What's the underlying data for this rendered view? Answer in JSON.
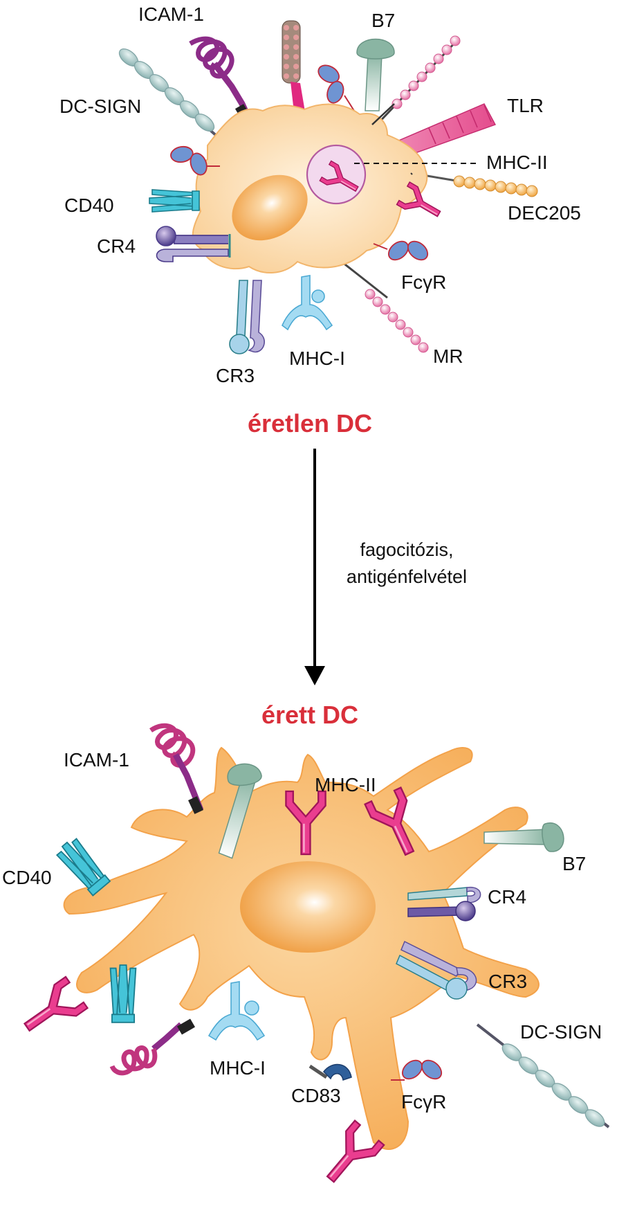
{
  "colors": {
    "title_red": "#d92f3a",
    "cell_body": "#fbd9a6",
    "cell_mature": "#f7b565",
    "nucleus": "#f2a34a",
    "mhc2_magenta": "#e0287f",
    "fcr_blue": "#6f94d2",
    "b7_sage": "#8ab5a3",
    "cd40_cyan": "#45c4d8",
    "cr3_lightblue": "#a7d3ea",
    "cr4_purple": "#6d5aa6",
    "mhc1_skyblue": "#a4dbf2",
    "icam_purple": "#8c2c88",
    "icam_pink": "#e57b9f",
    "dcsign_gray": "#a6c4c7",
    "tlr_pink": "#ec6aa0",
    "mr_pink": "#f5a6c8",
    "dec205_orange": "#f6b75e",
    "cd83_navy": "#2f5f9a"
  },
  "immature": {
    "title": "éretlen DC",
    "labels": {
      "icam1": "ICAM-1",
      "b7": "B7",
      "dc_sign": "DC-SIGN",
      "tlr": "TLR",
      "mhc2": "MHC-II",
      "cd40": "CD40",
      "dec205": "DEC205",
      "cr4": "CR4",
      "fcgr": "FcγR",
      "mhc1": "MHC-I",
      "mr": "MR",
      "cr3": "CR3"
    }
  },
  "transition": {
    "line1": "fagocitózis,",
    "line2": "antigénfelvétel"
  },
  "mature": {
    "title": "érett DC",
    "labels": {
      "icam1": "ICAM-1",
      "mhc2": "MHC-II",
      "cd40": "CD40",
      "b7": "B7",
      "cr4": "CR4",
      "cr3": "CR3",
      "dc_sign": "DC-SIGN",
      "mhc1": "MHC-I",
      "cd83": "CD83",
      "fcgr": "FcγR"
    }
  }
}
